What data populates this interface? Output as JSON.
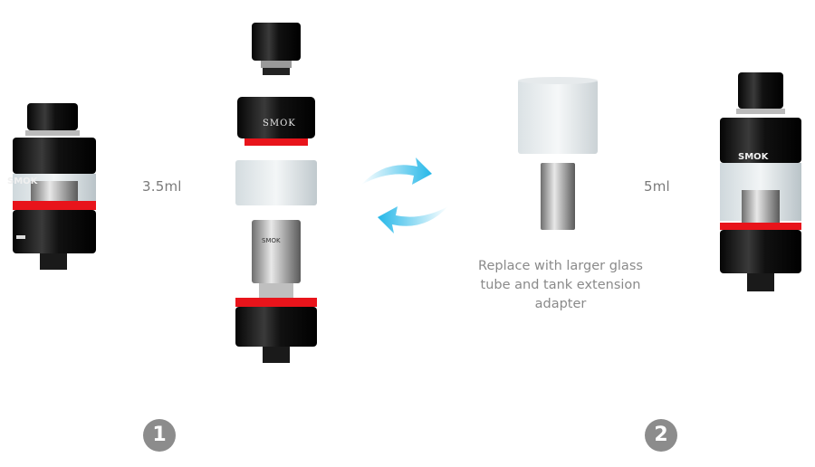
{
  "tank_small": {
    "capacity": "3.5ml",
    "brand": "SMOK"
  },
  "tank_large": {
    "capacity": "5ml",
    "brand": "SMOK"
  },
  "exploded": {
    "brand": "SMOK",
    "coil_label": "SMOK"
  },
  "instruction": {
    "lines": [
      "Replace with larger glass",
      "tube and tank extension",
      "adapter"
    ]
  },
  "steps": [
    "1",
    "2"
  ],
  "colors": {
    "accent_red": "#e8141b",
    "arrow_cyan": "#24b7e8",
    "badge": "#8c8c8c"
  }
}
